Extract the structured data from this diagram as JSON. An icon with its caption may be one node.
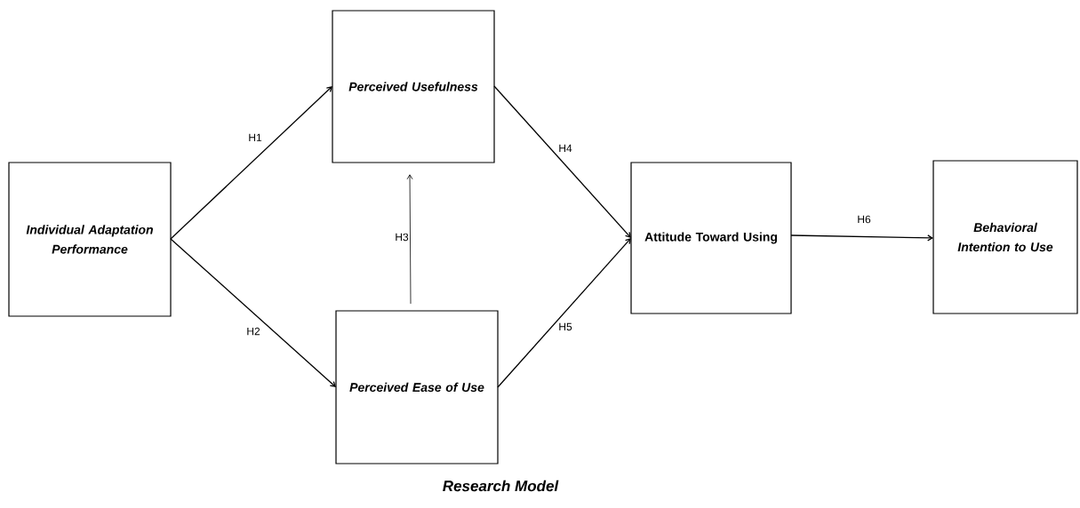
{
  "diagram": {
    "caption": "Research Model",
    "nodes": [
      {
        "text": [
          "Individual Adaptation Performance"
        ]
      },
      {
        "text": [
          "Perceived Usefulness"
        ]
      },
      {
        "text": [
          "Perceived Ease of Use"
        ]
      },
      {
        "text": [
          "Attitude Toward Using"
        ]
      },
      {
        "text": [
          "Behavioral Intention to Use"
        ]
      }
    ],
    "edges": [
      {
        "from": 0,
        "to": 1,
        "arrow": "to",
        "label": "H1"
      },
      {
        "from": 0,
        "to": 2,
        "arrow": "to",
        "label": "H2"
      },
      {
        "from": 2,
        "to": 1,
        "arrow": "to",
        "label": "H3"
      },
      {
        "from": 1,
        "to": 3,
        "arrow": "to",
        "label": "H4"
      },
      {
        "from": 2,
        "to": 3,
        "arrow": "to",
        "label": "H5"
      },
      {
        "from": 3,
        "to": 4,
        "arrow": "to",
        "label": "H6"
      }
    ]
  }
}
